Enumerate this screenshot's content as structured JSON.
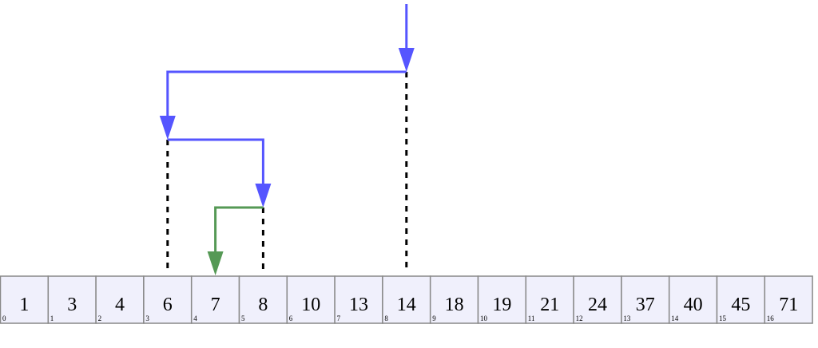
{
  "array": {
    "values": [
      1,
      3,
      4,
      6,
      7,
      8,
      10,
      13,
      14,
      18,
      19,
      21,
      24,
      37,
      40,
      45,
      71
    ],
    "indices": [
      0,
      1,
      2,
      3,
      4,
      5,
      6,
      7,
      8,
      9,
      10,
      11,
      12,
      13,
      14,
      15,
      16
    ]
  },
  "search_steps": [
    {
      "from_index": null,
      "to_index": 8,
      "kind": "probe"
    },
    {
      "from_index": 8,
      "to_index": 3,
      "kind": "probe"
    },
    {
      "from_index": 3,
      "to_index": 5,
      "kind": "probe"
    },
    {
      "from_index": 5,
      "to_index": 4,
      "kind": "result"
    }
  ],
  "colors": {
    "probe_arrow": "#5555ff",
    "result_arrow": "#559955",
    "cell_fill": "#f0f0fc",
    "cell_border": "#888888",
    "guide_line": "#000000"
  }
}
